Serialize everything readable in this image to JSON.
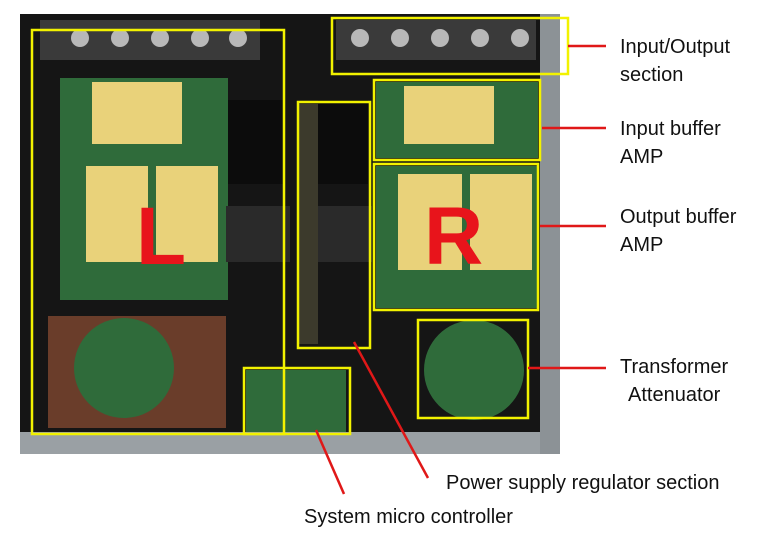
{
  "channel_left": "L",
  "channel_right": "R",
  "labels": {
    "io_line1": "Input/Output",
    "io_line2": "section",
    "inbuf_line1": "Input buffer",
    "inbuf_line2": "AMP",
    "outbuf_line1": "Output buffer",
    "outbuf_line2": "AMP",
    "xfmr_line1": "Transformer",
    "xfmr_line2": "Attenuator",
    "psu": "Power supply regulator section",
    "mcu": "System micro controller"
  },
  "colors": {
    "highlight_box": "#f2f200",
    "leader_line": "#e01818",
    "channel_letter": "#e8141b",
    "pcb_green": "#2f6b3a",
    "pcb_module": "#e9d27a",
    "chassis": "#1c1c1c"
  }
}
